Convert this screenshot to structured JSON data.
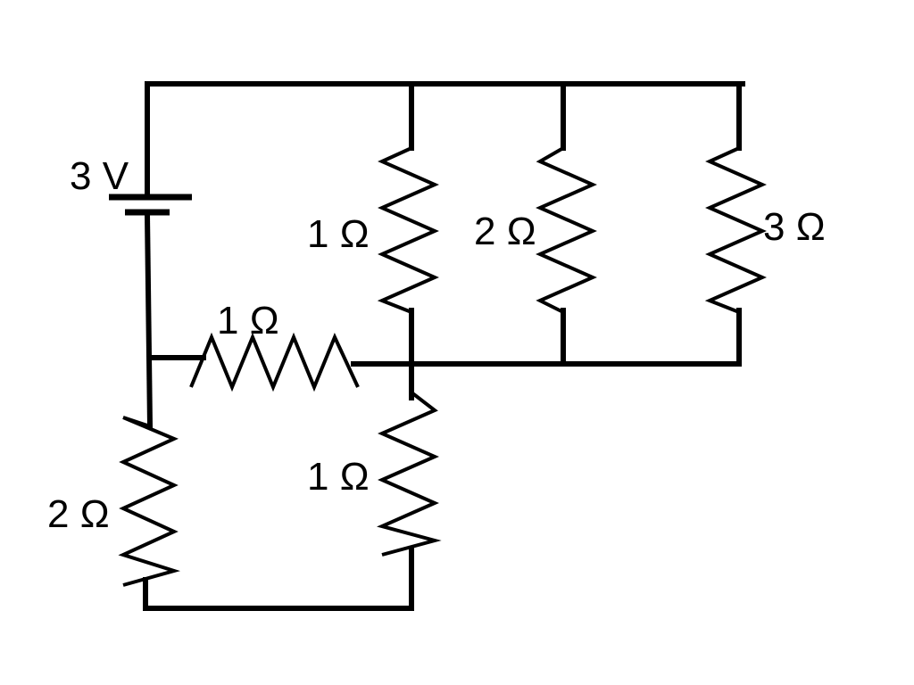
{
  "circuit": {
    "battery": {
      "label": "3 V"
    },
    "resistors": [
      {
        "id": "r-top-1",
        "label": "1 Ω"
      },
      {
        "id": "r-top-2",
        "label": "2 Ω"
      },
      {
        "id": "r-top-3",
        "label": "3 Ω"
      },
      {
        "id": "r-middle-horizontal",
        "label": "1 Ω"
      },
      {
        "id": "r-lower-middle",
        "label": "1 Ω"
      },
      {
        "id": "r-lower-left",
        "label": "2 Ω"
      }
    ]
  },
  "colors": {
    "stroke": "#000000",
    "background": "#ffffff"
  }
}
